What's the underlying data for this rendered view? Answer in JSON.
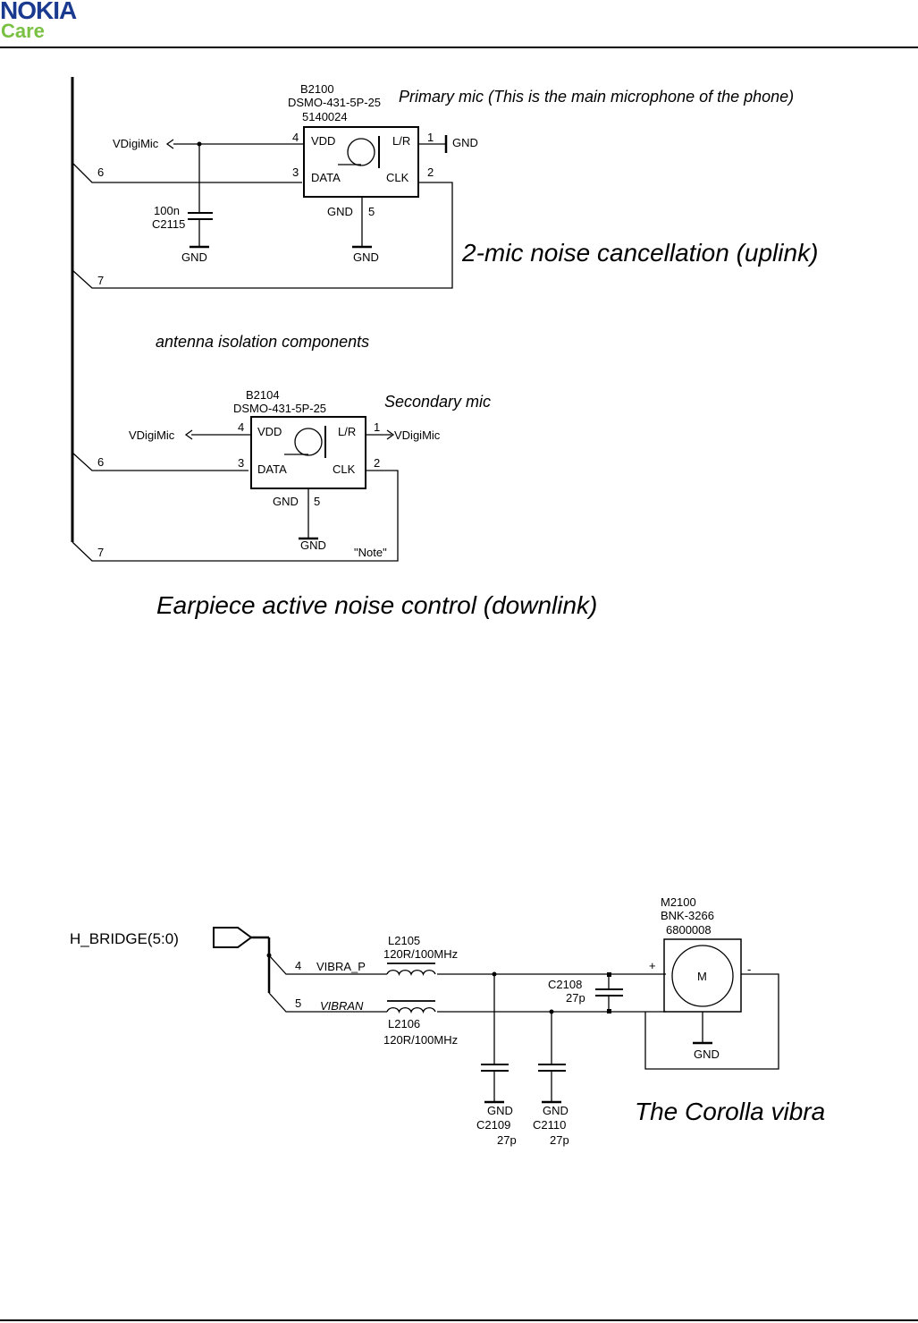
{
  "header": {
    "brand": "NOKIA",
    "subbrand": "Care"
  },
  "mic1": {
    "ref": "B2100",
    "part": "DSMO-431-5P-25",
    "code": "5140024",
    "desc": "Primary mic (This is the main microphone of the phone)",
    "pins": {
      "vdd": "VDD",
      "data": "DATA",
      "lr": "L/R",
      "clk": "CLK",
      "gnd": "GND",
      "p1": "1",
      "p2": "2",
      "p3": "3",
      "p4": "4",
      "p5": "5"
    },
    "net_vdigimic": "VDigiMic",
    "net_gnd_lr": "GND",
    "cap_value": "100n",
    "cap_ref": "C2115",
    "cap_gnd": "GND",
    "pin5_gnd": "GND",
    "bus_pin6": "6",
    "bus_pin7": "7"
  },
  "caption_uplink": "2-mic noise cancellation (uplink)",
  "antenna_note": "antenna isolation components",
  "mic2": {
    "ref": "B2104",
    "part": "DSMO-431-5P-25",
    "desc": "Secondary mic",
    "pins": {
      "vdd": "VDD",
      "data": "DATA",
      "lr": "L/R",
      "clk": "CLK",
      "gnd": "GND",
      "p1": "1",
      "p2": "2",
      "p3": "3",
      "p4": "4",
      "p5": "5"
    },
    "net_vdigimic_left": "VDigiMic",
    "net_vdigimic_right": "VDigiMic",
    "gnd_label": "GND",
    "note": "\"Note\"",
    "bus_pin6": "6",
    "bus_pin7": "7"
  },
  "caption_downlink": "Earpiece active noise control (downlink)",
  "vibra": {
    "bus": "H_BRIDGE(5:0)",
    "pin4": "4",
    "net_p": "VIBRA_P",
    "pin5": "5",
    "net_n": "VIBRAN",
    "l2105_ref": "L2105",
    "l2105_val": "120R/100MHz",
    "l2106_ref": "L2106",
    "l2106_val": "120R/100MHz",
    "c2108_ref": "C2108",
    "c2108_val": "27p",
    "c2109_gnd": "GND",
    "c2109_ref": "C2109",
    "c2109_val": "27p",
    "c2110_gnd": "GND",
    "c2110_ref": "C2110",
    "c2110_val": "27p",
    "motor_ref": "M2100",
    "motor_part": "BNK-3266",
    "motor_code": "6800008",
    "motor_symbol": "M",
    "plus": "+",
    "minus": "-",
    "motor_gnd": "GND"
  },
  "caption_vibra": "The Corolla vibra"
}
